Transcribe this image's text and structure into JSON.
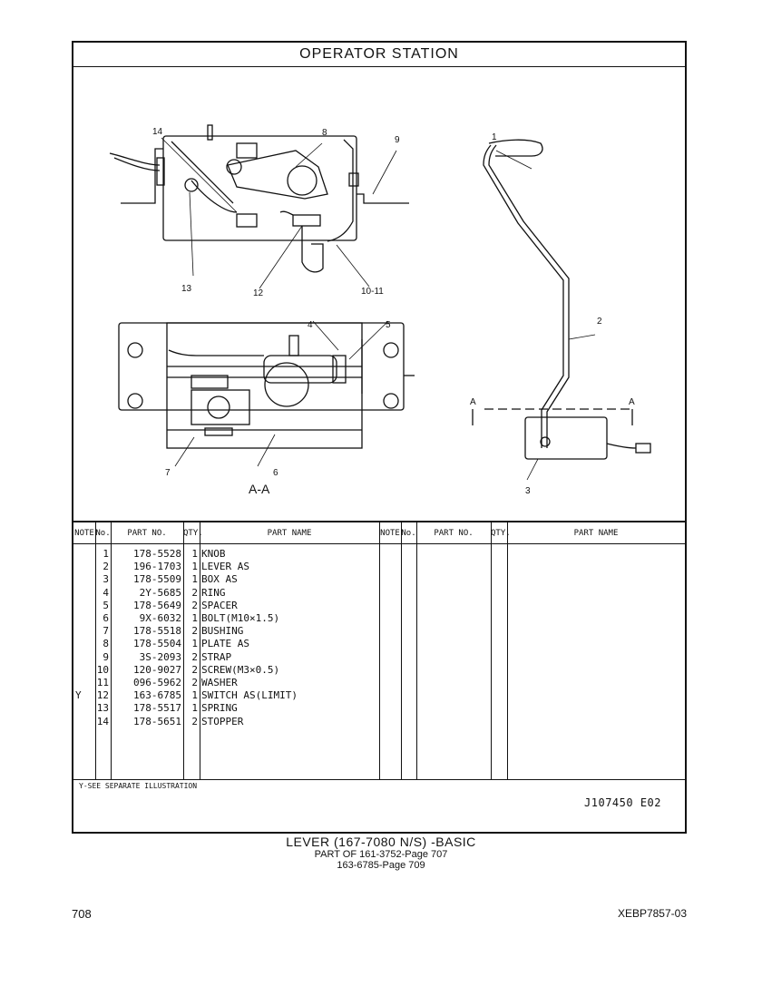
{
  "header": {
    "title": "OPERATOR STATION"
  },
  "illustration": {
    "callouts": [
      "1",
      "2",
      "3",
      "4",
      "5",
      "6",
      "7",
      "8",
      "9",
      "10-11",
      "12",
      "13",
      "14"
    ],
    "section_marker": "A",
    "view_label": "A-A"
  },
  "table": {
    "columns": [
      "NOTE",
      "No.",
      "PART NO.",
      "QTY.",
      "PART NAME"
    ],
    "rows": [
      {
        "note": "",
        "no": "1",
        "part_no": "178-5528",
        "qty": "1",
        "name": "KNOB"
      },
      {
        "note": "",
        "no": "2",
        "part_no": "196-1703",
        "qty": "1",
        "name": "LEVER AS"
      },
      {
        "note": "",
        "no": "3",
        "part_no": "178-5509",
        "qty": "1",
        "name": "BOX AS"
      },
      {
        "note": "",
        "no": "4",
        "part_no": "2Y-5685",
        "qty": "2",
        "name": "RING"
      },
      {
        "note": "",
        "no": "5",
        "part_no": "178-5649",
        "qty": "2",
        "name": "SPACER"
      },
      {
        "note": "",
        "no": "6",
        "part_no": "9X-6032",
        "qty": "1",
        "name": "BOLT(M10×1.5)"
      },
      {
        "note": "",
        "no": "7",
        "part_no": "178-5518",
        "qty": "2",
        "name": "BUSHING"
      },
      {
        "note": "",
        "no": "8",
        "part_no": "178-5504",
        "qty": "1",
        "name": "PLATE AS"
      },
      {
        "note": "",
        "no": "9",
        "part_no": "3S-2093",
        "qty": "2",
        "name": "STRAP"
      },
      {
        "note": "",
        "no": "10",
        "part_no": "120-9027",
        "qty": "2",
        "name": "SCREW(M3×0.5)"
      },
      {
        "note": "",
        "no": "11",
        "part_no": "096-5962",
        "qty": "2",
        "name": "WASHER"
      },
      {
        "note": "Y",
        "no": "12",
        "part_no": "163-6785",
        "qty": "1",
        "name": "SWITCH AS(LIMIT)"
      },
      {
        "note": "",
        "no": "13",
        "part_no": "178-5517",
        "qty": "1",
        "name": "SPRING"
      },
      {
        "note": "",
        "no": "14",
        "part_no": "178-5651",
        "qty": "2",
        "name": "STOPPER"
      }
    ],
    "footnote": "Y-SEE SEPARATE ILLUSTRATION",
    "drawing_number": "J107450  E02"
  },
  "caption": {
    "line1": "LEVER (167-7080 N/S) -BASIC",
    "line2": "PART OF 161-3752-Page 707",
    "line3": "163-6785-Page 709"
  },
  "page": {
    "number": "708",
    "doc_code": "XEBP7857-03"
  }
}
